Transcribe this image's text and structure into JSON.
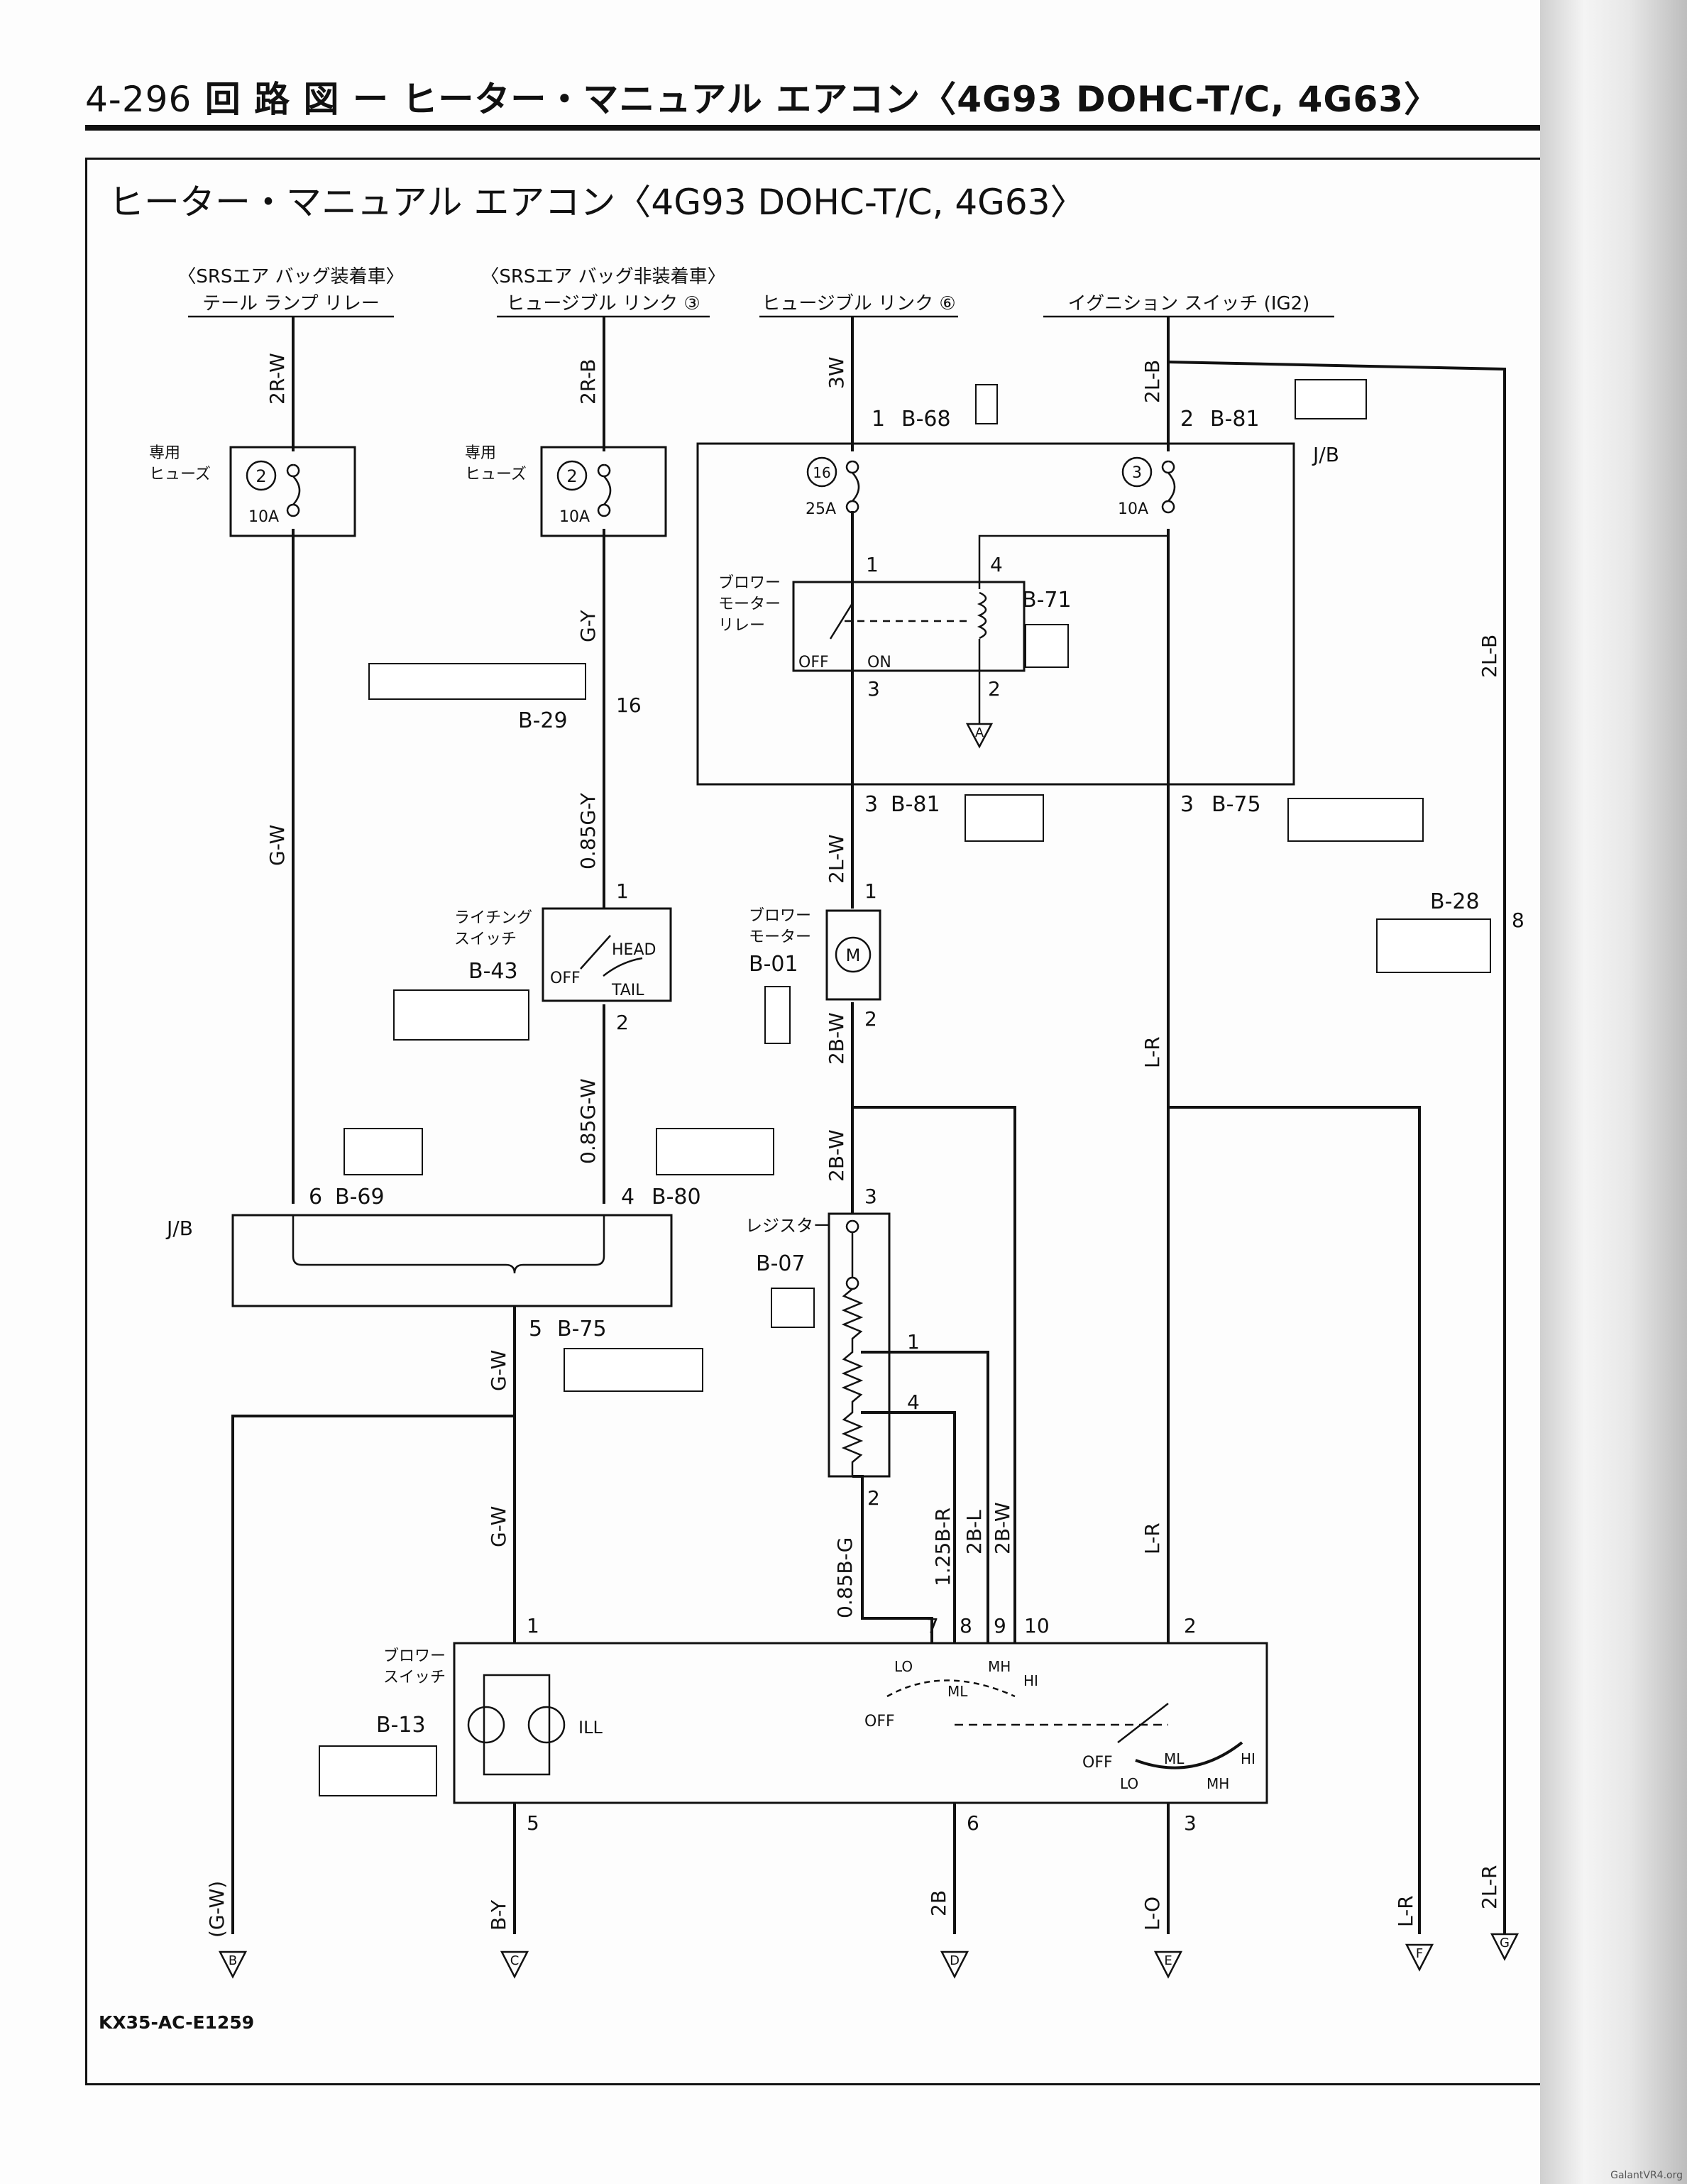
{
  "header": {
    "page": "4-296",
    "title": "回 路 図 ー ヒーター・マニュアル エアコン〈4G93 DOHC-T/C, 4G63〉"
  },
  "diagram_title": "ヒーター・マニュアル エアコン〈4G93 DOHC-T/C, 4G63〉",
  "figure_code": "KX35-AC-E1259",
  "watermark": "GalantVR4.org",
  "sources": {
    "s1_line1": "〈SRSエア バッグ装着車〉",
    "s1_line2": "テール ランプ リレー",
    "s2_line1": "〈SRSエア バッグ非装着車〉",
    "s2_line2": "ヒュージブル リンク ③",
    "s3": "ヒュージブル リンク ⑥",
    "s4": "イグニション スイッチ (IG2)"
  },
  "wires": {
    "w_2rw": "2R-W",
    "w_2rb": "2R-B",
    "w_3w": "3W",
    "w_2lb": "2L-B",
    "w_2lb_right": "2L-B",
    "w_gy": "G-Y",
    "w_gw_left": "G-W",
    "w_085gy": "0.85G-Y",
    "w_2lw": "2L-W",
    "w_085gw": "0.85G-W",
    "w_2bw_a": "2B-W",
    "w_2bw_b": "2B-W",
    "w_lr_upper": "L-R",
    "w_gw_mid": "G-W",
    "w_gw_lower": "G-W",
    "w_085bg": "0.85B-G",
    "w_125br": "1.25B-R",
    "w_2bl": "2B-L",
    "w_2bw_c": "2B-W",
    "w_lr_lower": "L-R",
    "w_gw_paren": "(G-W)",
    "w_by": "B-Y",
    "w_2b": "2B",
    "w_lo": "L-O",
    "w_lr_right": "L-R",
    "w_2lr": "2L-R"
  },
  "fuses": {
    "f1_label": "専用\nヒューズ",
    "f1_num": "2",
    "f1_rating": "10A",
    "f2_label": "専用\nヒューズ",
    "f2_num": "2",
    "f2_rating": "10A",
    "f16_num": "16",
    "f16_rating": "25A",
    "f3_num": "3",
    "f3_rating": "10A"
  },
  "jb_label": "J/B",
  "connectors": {
    "b68": "B-68",
    "b81a": "B-81",
    "b71": "B-71",
    "b29": "B-29",
    "b81b": "B-81",
    "b75a": "B-75",
    "b28": "B-28",
    "b43": "B-43",
    "b01": "B-01",
    "b69": "B-69",
    "b80": "B-80",
    "b07": "B-07",
    "b75b": "B-75",
    "b13": "B-13"
  },
  "components": {
    "relay": "ブロワー\nモーター\nリレー",
    "relay_off": "OFF",
    "relay_on": "ON",
    "light_switch": "ライチング\nスイッチ",
    "head": "HEAD",
    "tail": "TAIL",
    "ls_off": "OFF",
    "blower_motor": "ブロワー\nモーター",
    "resistor": "レジスター",
    "blower_switch": "ブロワー\nスイッチ",
    "ill": "ILL",
    "sw_lo": "LO",
    "sw_ml": "ML",
    "sw_mh": "MH",
    "sw_hi": "HI",
    "sw_off": "OFF"
  },
  "grounds": [
    "B",
    "C",
    "D",
    "E",
    "F",
    "G",
    "A"
  ]
}
